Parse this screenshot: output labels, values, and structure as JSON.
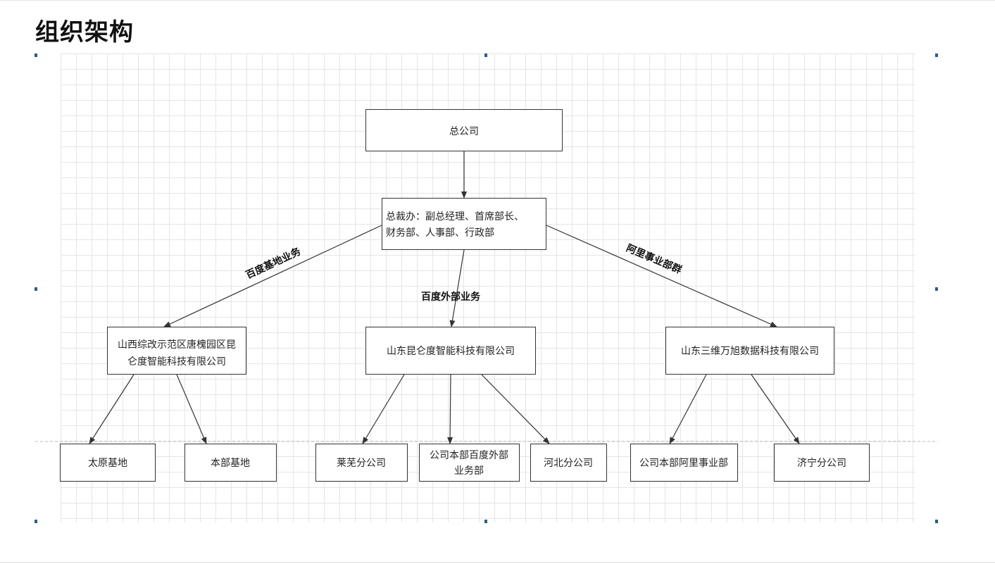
{
  "page": {
    "title": "组织架构"
  },
  "diagram": {
    "nodes": {
      "hq": [
        "总公司"
      ],
      "ceo_office": [
        "总裁办：副总经理、首席部长、",
        "财务部、人事部、行政部"
      ],
      "shanxi": [
        "山西综改示范区唐槐园区昆",
        "仑度智能科技有限公司"
      ],
      "shandong_kunlun": [
        "山东昆仑度智能科技有限公司"
      ],
      "shandong_sanwei": [
        "山东三维万旭数据科技有限公司"
      ],
      "taiyuan": [
        "太原基地"
      ],
      "benbu": [
        "本部基地"
      ],
      "laiwu": [
        "莱芜分公司"
      ],
      "baidu_external_hq": [
        "公司本部百度外部",
        "业务部"
      ],
      "hebei": [
        "河北分公司"
      ],
      "ali_hq": [
        "公司本部阿里事业部"
      ],
      "jining": [
        "济宁分公司"
      ]
    },
    "edge_labels": {
      "baidu_base": "百度基地业务",
      "baidu_external": "百度外部业务",
      "ali_group": "阿里事业部群"
    }
  }
}
